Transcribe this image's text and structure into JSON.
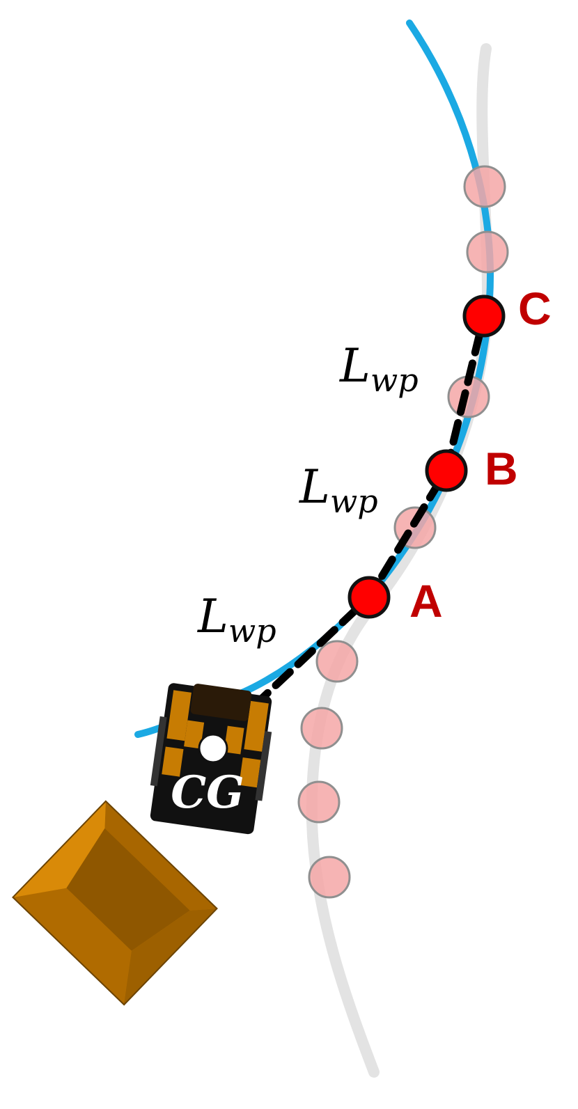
{
  "colors": {
    "planned_path": "#1ba9e3",
    "reference_path": "#e3e3e3",
    "waypoint_fill": "#ff0000",
    "waypoint_label": "#c00000",
    "ghost_waypoint_fill": "#f4a7a7",
    "connector": "#000000",
    "vehicle_body": "#c77c03",
    "vehicle_dark": "#111111"
  },
  "waypoints": [
    {
      "id": "A",
      "label": "A"
    },
    {
      "id": "B",
      "label": "B"
    },
    {
      "id": "C",
      "label": "C"
    }
  ],
  "segment_labels": [
    {
      "main": "L",
      "sub": "wp"
    },
    {
      "main": "L",
      "sub": "wp"
    },
    {
      "main": "L",
      "sub": "wp"
    }
  ],
  "cg_label": "CG",
  "icons": {
    "vehicle": "mining-truck-icon",
    "center_of_gravity": "cg-marker-icon"
  }
}
